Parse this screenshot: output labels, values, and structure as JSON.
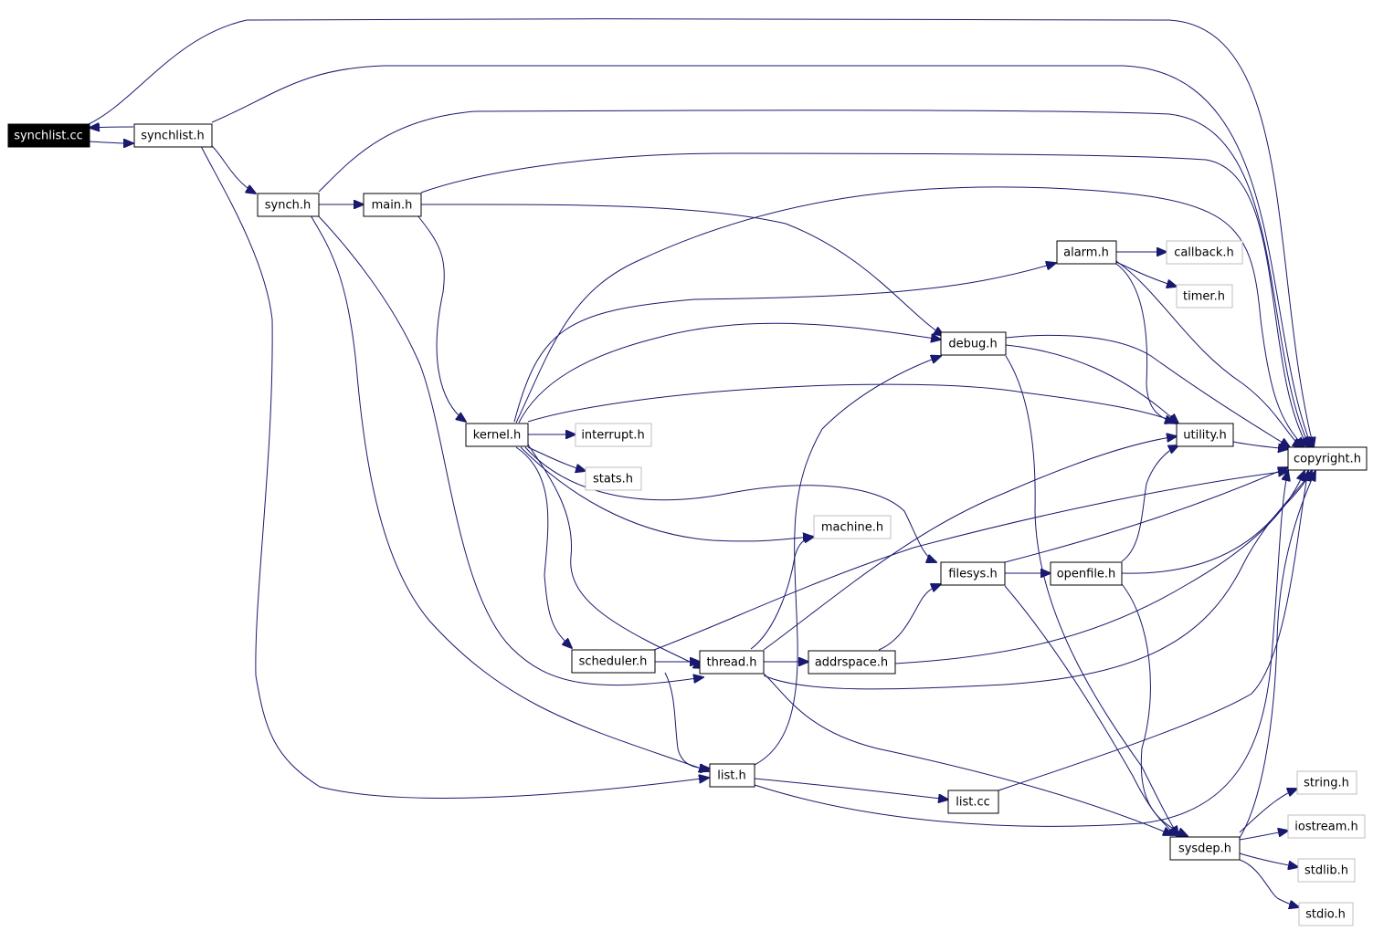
{
  "graph": {
    "colors": {
      "edge": "#191970",
      "node_border": "#000000",
      "external_node_border": "#bfbfbf",
      "root_fill": "#000000",
      "root_text": "#ffffff",
      "background": "#ffffff"
    },
    "nodes": [
      {
        "id": "synchlist_cc",
        "label": "synchlist.cc",
        "kind": "root"
      },
      {
        "id": "synchlist_h",
        "label": "synchlist.h",
        "kind": "documented"
      },
      {
        "id": "synch_h",
        "label": "synch.h",
        "kind": "documented"
      },
      {
        "id": "main_h",
        "label": "main.h",
        "kind": "documented"
      },
      {
        "id": "kernel_h",
        "label": "kernel.h",
        "kind": "documented"
      },
      {
        "id": "interrupt_h",
        "label": "interrupt.h",
        "kind": "external"
      },
      {
        "id": "stats_h",
        "label": "stats.h",
        "kind": "external"
      },
      {
        "id": "machine_h",
        "label": "machine.h",
        "kind": "external"
      },
      {
        "id": "scheduler_h",
        "label": "scheduler.h",
        "kind": "documented"
      },
      {
        "id": "thread_h",
        "label": "thread.h",
        "kind": "documented"
      },
      {
        "id": "addrspace_h",
        "label": "addrspace.h",
        "kind": "documented"
      },
      {
        "id": "list_h",
        "label": "list.h",
        "kind": "documented"
      },
      {
        "id": "list_cc",
        "label": "list.cc",
        "kind": "documented"
      },
      {
        "id": "debug_h",
        "label": "debug.h",
        "kind": "documented"
      },
      {
        "id": "alarm_h",
        "label": "alarm.h",
        "kind": "documented"
      },
      {
        "id": "callback_h",
        "label": "callback.h",
        "kind": "external"
      },
      {
        "id": "timer_h",
        "label": "timer.h",
        "kind": "external"
      },
      {
        "id": "filesys_h",
        "label": "filesys.h",
        "kind": "documented"
      },
      {
        "id": "openfile_h",
        "label": "openfile.h",
        "kind": "documented"
      },
      {
        "id": "utility_h",
        "label": "utility.h",
        "kind": "documented"
      },
      {
        "id": "copyright_h",
        "label": "copyright.h",
        "kind": "documented"
      },
      {
        "id": "sysdep_h",
        "label": "sysdep.h",
        "kind": "documented"
      },
      {
        "id": "string_h",
        "label": "string.h",
        "kind": "external"
      },
      {
        "id": "iostream_h",
        "label": "iostream.h",
        "kind": "external"
      },
      {
        "id": "stdlib_h",
        "label": "stdlib.h",
        "kind": "external"
      },
      {
        "id": "stdio_h",
        "label": "stdio.h",
        "kind": "external"
      }
    ],
    "edges": [
      [
        "synchlist_cc",
        "synchlist_h"
      ],
      [
        "synchlist_cc",
        "copyright_h"
      ],
      [
        "synchlist_h",
        "synchlist_cc"
      ],
      [
        "synchlist_h",
        "copyright_h"
      ],
      [
        "synchlist_h",
        "synch_h"
      ],
      [
        "synchlist_h",
        "list_h"
      ],
      [
        "synch_h",
        "copyright_h"
      ],
      [
        "synch_h",
        "main_h"
      ],
      [
        "synch_h",
        "thread_h"
      ],
      [
        "synch_h",
        "list_h"
      ],
      [
        "main_h",
        "copyright_h"
      ],
      [
        "main_h",
        "debug_h"
      ],
      [
        "main_h",
        "kernel_h"
      ],
      [
        "kernel_h",
        "copyright_h"
      ],
      [
        "kernel_h",
        "debug_h"
      ],
      [
        "kernel_h",
        "utility_h"
      ],
      [
        "kernel_h",
        "thread_h"
      ],
      [
        "kernel_h",
        "scheduler_h"
      ],
      [
        "kernel_h",
        "interrupt_h"
      ],
      [
        "kernel_h",
        "stats_h"
      ],
      [
        "kernel_h",
        "alarm_h"
      ],
      [
        "kernel_h",
        "filesys_h"
      ],
      [
        "kernel_h",
        "machine_h"
      ],
      [
        "alarm_h",
        "copyright_h"
      ],
      [
        "alarm_h",
        "utility_h"
      ],
      [
        "alarm_h",
        "callback_h"
      ],
      [
        "alarm_h",
        "timer_h"
      ],
      [
        "debug_h",
        "copyright_h"
      ],
      [
        "debug_h",
        "utility_h"
      ],
      [
        "debug_h",
        "sysdep_h"
      ],
      [
        "utility_h",
        "copyright_h"
      ],
      [
        "scheduler_h",
        "copyright_h"
      ],
      [
        "scheduler_h",
        "list_h"
      ],
      [
        "scheduler_h",
        "thread_h"
      ],
      [
        "thread_h",
        "copyright_h"
      ],
      [
        "thread_h",
        "utility_h"
      ],
      [
        "thread_h",
        "sysdep_h"
      ],
      [
        "thread_h",
        "machine_h"
      ],
      [
        "thread_h",
        "addrspace_h"
      ],
      [
        "addrspace_h",
        "copyright_h"
      ],
      [
        "addrspace_h",
        "filesys_h"
      ],
      [
        "filesys_h",
        "copyright_h"
      ],
      [
        "filesys_h",
        "sysdep_h"
      ],
      [
        "filesys_h",
        "openfile_h"
      ],
      [
        "openfile_h",
        "copyright_h"
      ],
      [
        "openfile_h",
        "utility_h"
      ],
      [
        "openfile_h",
        "sysdep_h"
      ],
      [
        "list_h",
        "copyright_h"
      ],
      [
        "list_h",
        "debug_h"
      ],
      [
        "list_h",
        "list_cc"
      ],
      [
        "list_cc",
        "copyright_h"
      ],
      [
        "sysdep_h",
        "copyright_h"
      ],
      [
        "sysdep_h",
        "string_h"
      ],
      [
        "sysdep_h",
        "iostream_h"
      ],
      [
        "sysdep_h",
        "stdlib_h"
      ],
      [
        "sysdep_h",
        "stdio_h"
      ]
    ]
  }
}
